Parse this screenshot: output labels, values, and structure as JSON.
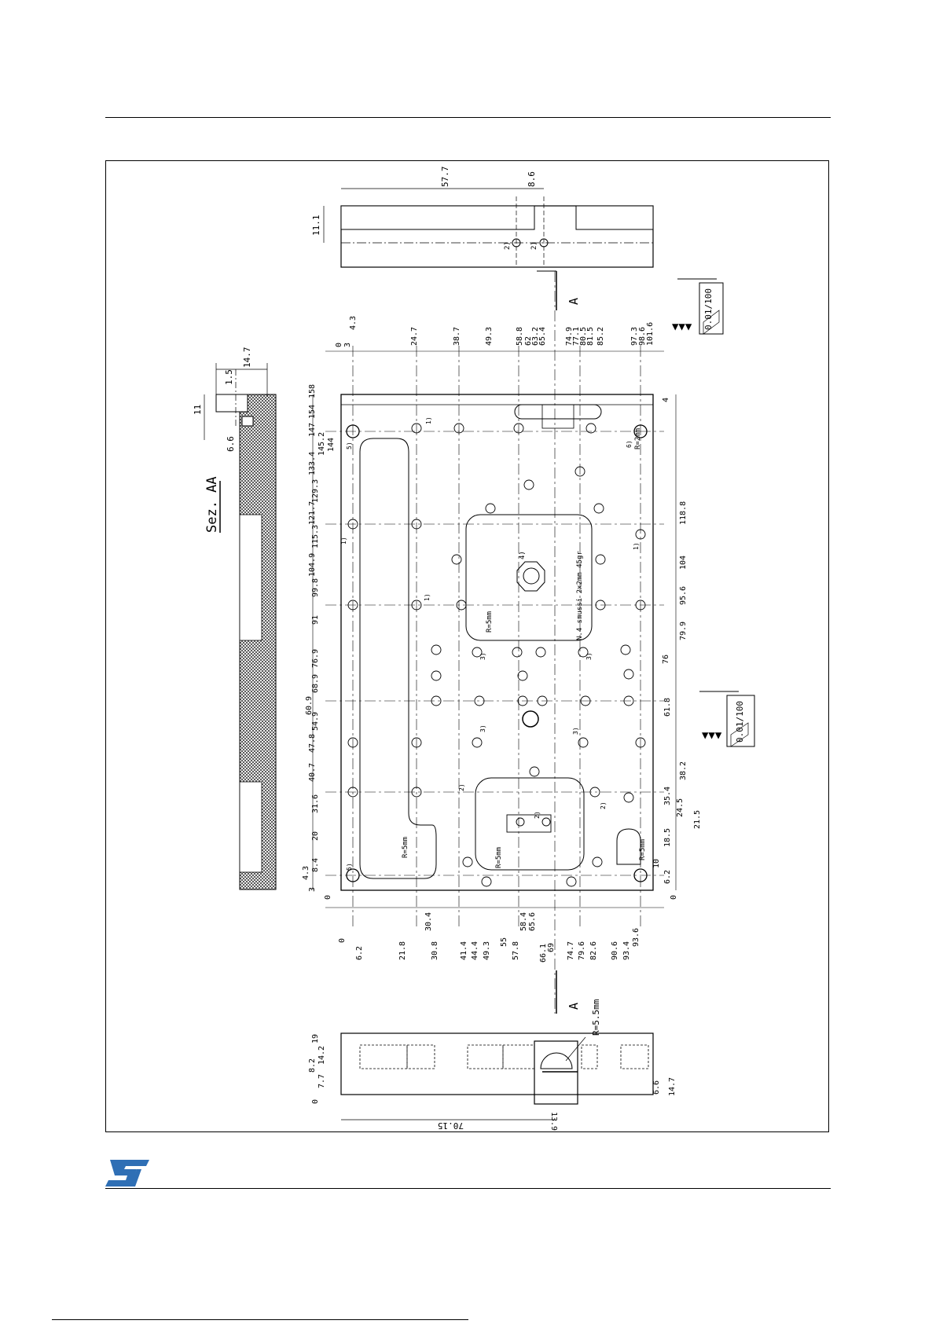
{
  "drawing": {
    "section_title": "Sez. AA",
    "section_marker": "A",
    "flatness_tolerance": "0.01/100",
    "note_groove": "N.4 smussi 2x2mm 45gr",
    "radius_main": "R=5mm",
    "radius_corner": "R=2mm",
    "radius_side": "R=5.5mm",
    "section_dims": [
      "14.7",
      "1.5",
      "11",
      "6.6"
    ],
    "side_view_dims": [
      "11.1",
      "57.7",
      "8.6"
    ],
    "side_hole_label": "2)",
    "bottom_view_dims": [
      "19",
      "14.2",
      "8.2",
      "7.7",
      "0",
      "14.7",
      "6.6",
      "13.9",
      "70.15"
    ],
    "top_ordinates": [
      "0",
      "3",
      "4.3",
      "24.7",
      "38.7",
      "49.3",
      "58.8",
      "62",
      "63.2",
      "65.4",
      "74.9",
      "77.1",
      "80.5",
      "81.5",
      "85.2",
      "97.3",
      "98.6",
      "101.6"
    ],
    "right_ordinates": [
      "4",
      "118.8",
      "104",
      "95.6",
      "79.9",
      "76",
      "61.8",
      "38.2",
      "35.4",
      "24.5",
      "21.5",
      "18.5",
      "10",
      "6.2",
      "0"
    ],
    "left_ordinates": [
      "158",
      "154",
      "147",
      "145.2",
      "144",
      "133.4",
      "129.3",
      "121.7",
      "115.3",
      "104.9",
      "99.8",
      "91",
      "76.9",
      "68.9",
      "60.9",
      "54.9",
      "47.8",
      "40.7",
      "31.6",
      "20",
      "8.4",
      "4.3",
      "3",
      "0"
    ],
    "bottom_ordinates": [
      "0",
      "6.2",
      "21.8",
      "30.4",
      "30.8",
      "41.4",
      "44.4",
      "49.3",
      "55",
      "57.8",
      "58.4",
      "65.6",
      "66.1",
      "69",
      "74.7",
      "79.6",
      "82.6",
      "90.6",
      "93.4",
      "93.6"
    ],
    "hole_labels": [
      "1)",
      "2)",
      "3)",
      "4)",
      "5)",
      "6)"
    ]
  },
  "footer": {
    "logo": "ST"
  }
}
